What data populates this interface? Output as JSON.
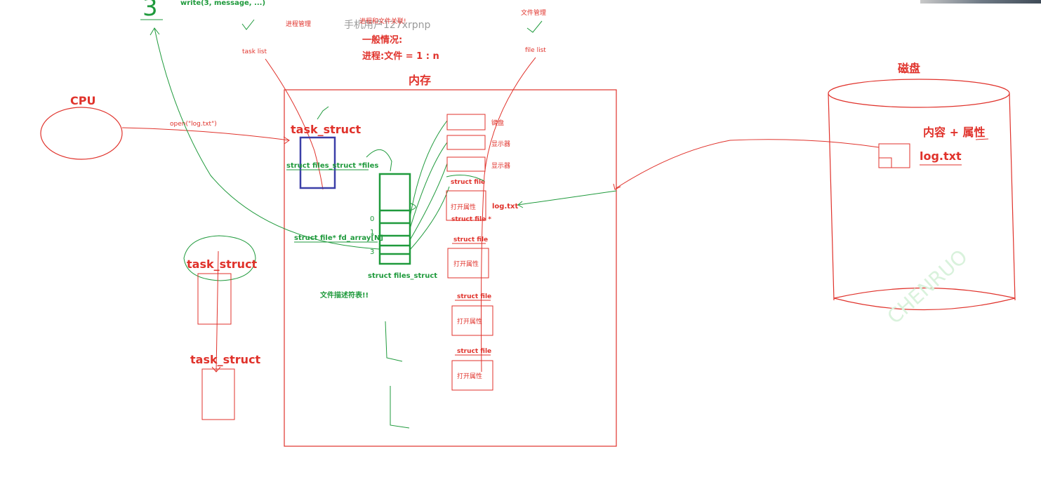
{
  "labels": {
    "write_call": "write(3, message, ...)",
    "proc_mgmt": "进程管理",
    "file_mgmt": "文件管理",
    "proc_file_relation": "进程和文件关联!",
    "watermark_top": "手机用户127xrpnp",
    "general_case": "一般情况:",
    "ratio": "进程:文件 = 1 : n",
    "task_list": "task list",
    "file_list": "file list",
    "memory": "内存",
    "disk": "磁盘",
    "cpu": "CPU",
    "open_call": "open(\"log.txt\")",
    "task_struct_main": "task_struct",
    "files_ptr": "struct files_struct *files",
    "fd_array": "struct file* fd_array[N]",
    "files_struct": "struct files_struct",
    "fd_table": "文件描述符表!!",
    "task_struct_2": "task_struct",
    "task_struct_3": "task_struct",
    "keyboard": "键盘",
    "display1": "显示器",
    "display2": "显示器",
    "struct_file_1": "struct file",
    "open_attr_1": "打开属性",
    "log_txt_arrow": "log.txt",
    "struct_file_ptr": "struct file *",
    "struct_file_2": "struct file",
    "open_attr_2": "打开属性",
    "struct_file_3": "struct file",
    "open_attr_3": "打开属性",
    "struct_file_4": "struct file",
    "open_attr_4": "打开属性",
    "content_attr": "内容 + 属性",
    "log_txt_disk": "log.txt",
    "idx_0": "0",
    "idx_1": "1",
    "idx_3": "3"
  },
  "colors": {
    "red": "#e0322b",
    "green": "#1f9a3c",
    "blue": "#3b3fa8",
    "watermark": "#9a9a9a"
  }
}
